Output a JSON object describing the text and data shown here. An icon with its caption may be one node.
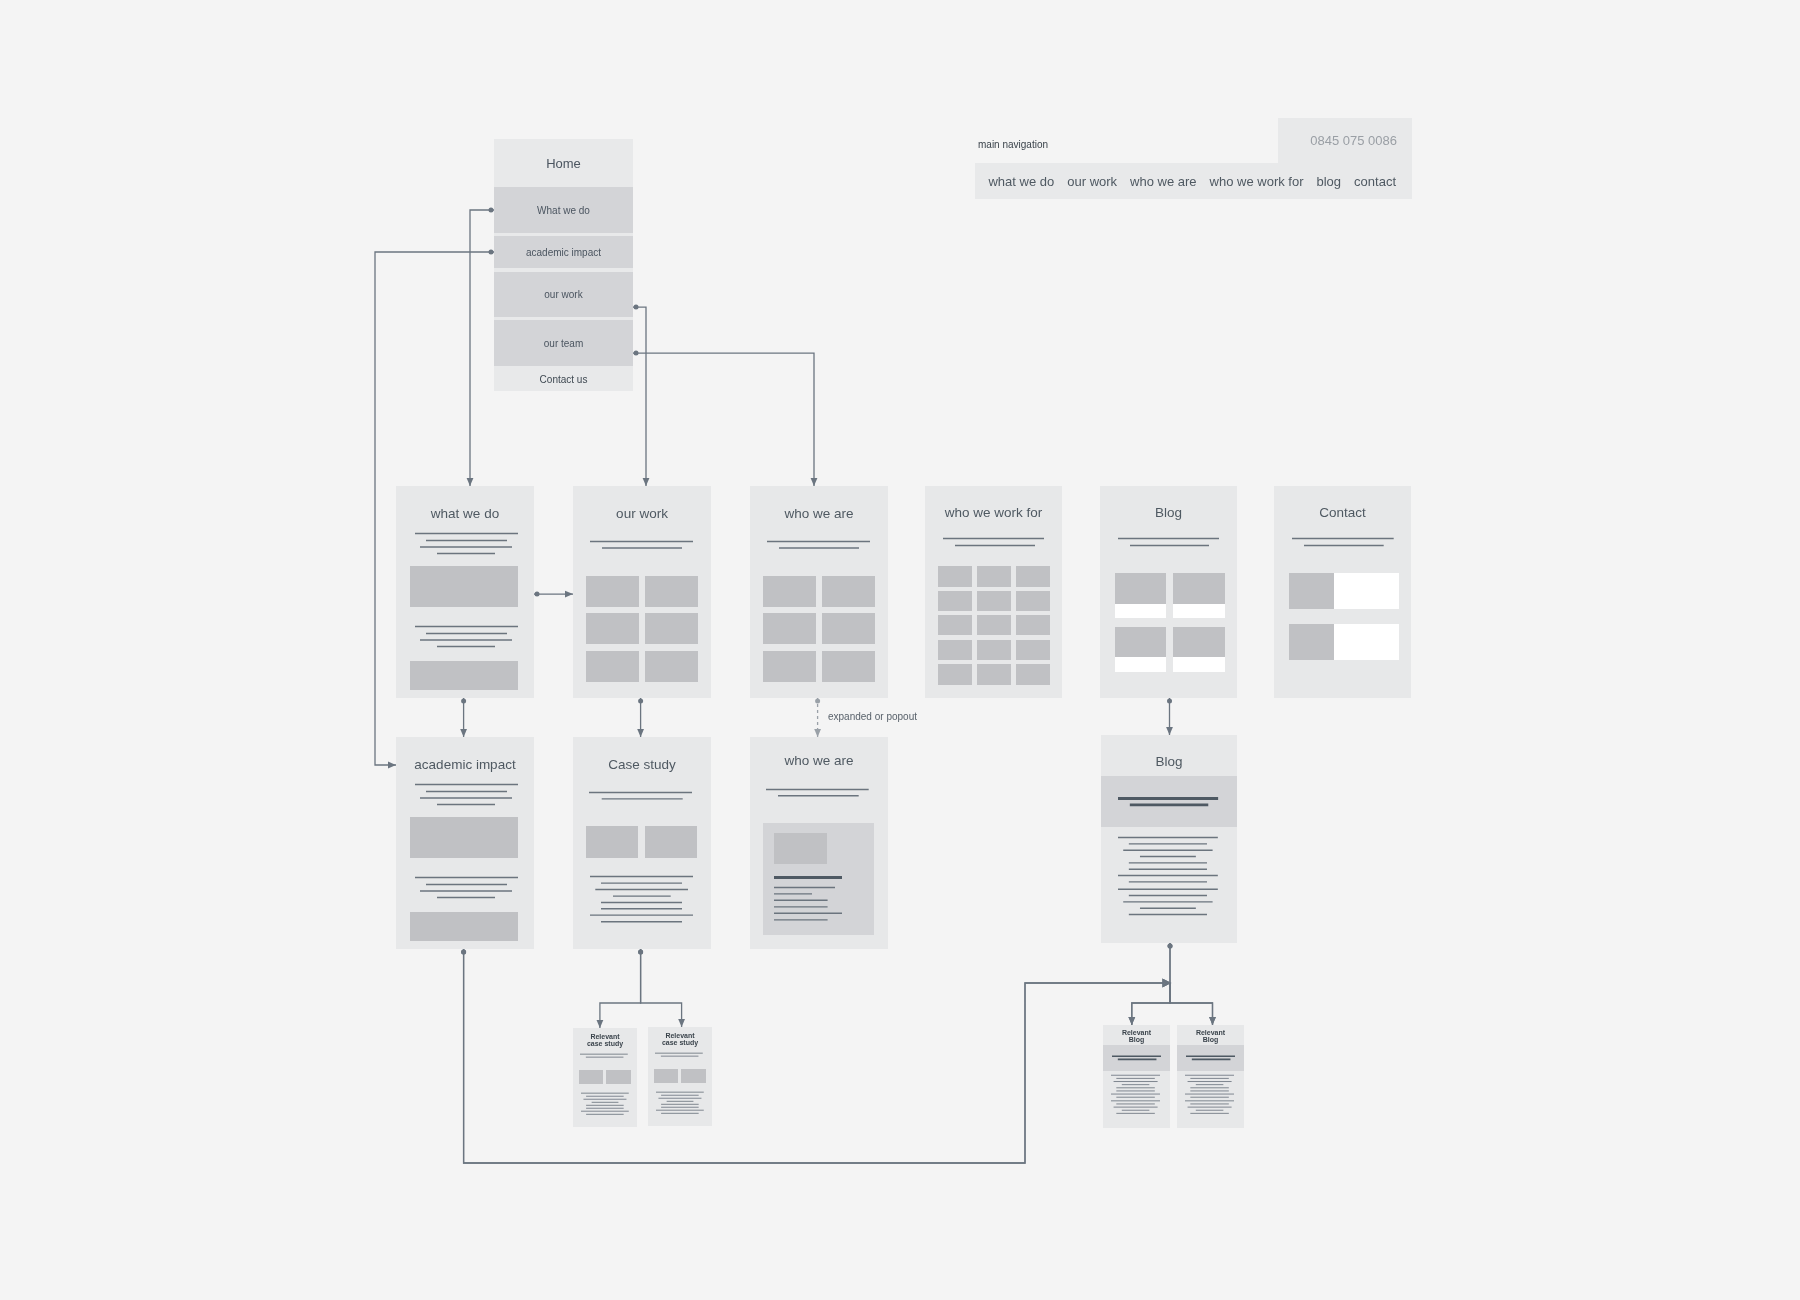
{
  "diagram": {
    "nodes": [
      {
        "text": [
          "Home",
          "Contact us"
        ]
      },
      {
        "text": [
          "What we do"
        ],
        "in": 0
      },
      {
        "text": [
          "academic impact"
        ],
        "in": 0
      },
      {
        "text": [
          "our work"
        ],
        "in": 0
      },
      {
        "text": [
          "our team"
        ],
        "in": 0
      },
      {
        "text": [
          "0845 075 0086"
        ]
      },
      {
        "text": [
          "what we do",
          "our work",
          "who we are",
          "who we work for",
          "blog",
          "contact"
        ],
        "beside": [
          "main navigation"
        ]
      },
      {
        "text": [
          "what we do"
        ]
      },
      {
        "text": [
          "our work"
        ]
      },
      {
        "text": [
          "who we are"
        ]
      },
      {
        "text": [
          "who we work for"
        ]
      },
      {
        "text": [
          "Blog"
        ]
      },
      {
        "text": [
          "Contact"
        ]
      },
      {
        "text": [
          "academic impact"
        ]
      },
      {
        "text": [
          "Case study"
        ]
      },
      {
        "text": [
          "who we are"
        ]
      },
      {
        "text": [
          "Blog"
        ]
      },
      {
        "text": [
          "Relevant case study"
        ]
      },
      {
        "text": [
          "Relevant case study"
        ]
      },
      {
        "text": [
          "Relevant Blog"
        ]
      },
      {
        "text": [
          "Relevant Blog"
        ]
      }
    ],
    "edges": [
      {
        "from": 1,
        "to": 7,
        "arrow": "to"
      },
      {
        "from": 2,
        "to": 13,
        "arrow": "to"
      },
      {
        "from": 3,
        "to": 8,
        "arrow": "to"
      },
      {
        "from": 4,
        "to": 9,
        "arrow": "to"
      },
      {
        "from": 7,
        "to": 8,
        "arrow": "to"
      },
      {
        "from": 7,
        "to": 13,
        "arrow": "to"
      },
      {
        "from": 8,
        "to": 14,
        "arrow": "to"
      },
      {
        "from": 9,
        "to": 15,
        "arrow": "to",
        "label": "expanded or popout",
        "style": "dashed",
        "color": "#9aa1a8"
      },
      {
        "from": 11,
        "to": 16,
        "arrow": "to"
      },
      {
        "from": 14,
        "to": 17,
        "arrow": "to"
      },
      {
        "from": 14,
        "to": 18,
        "arrow": "to"
      },
      {
        "from": 16,
        "to": 19,
        "arrow": "to"
      },
      {
        "from": 16,
        "to": 20,
        "arrow": "to"
      },
      {
        "from": 13,
        "to": 19,
        "arrow": "to"
      },
      {
        "from": 13,
        "to": 20,
        "arrow": "to"
      }
    ]
  }
}
